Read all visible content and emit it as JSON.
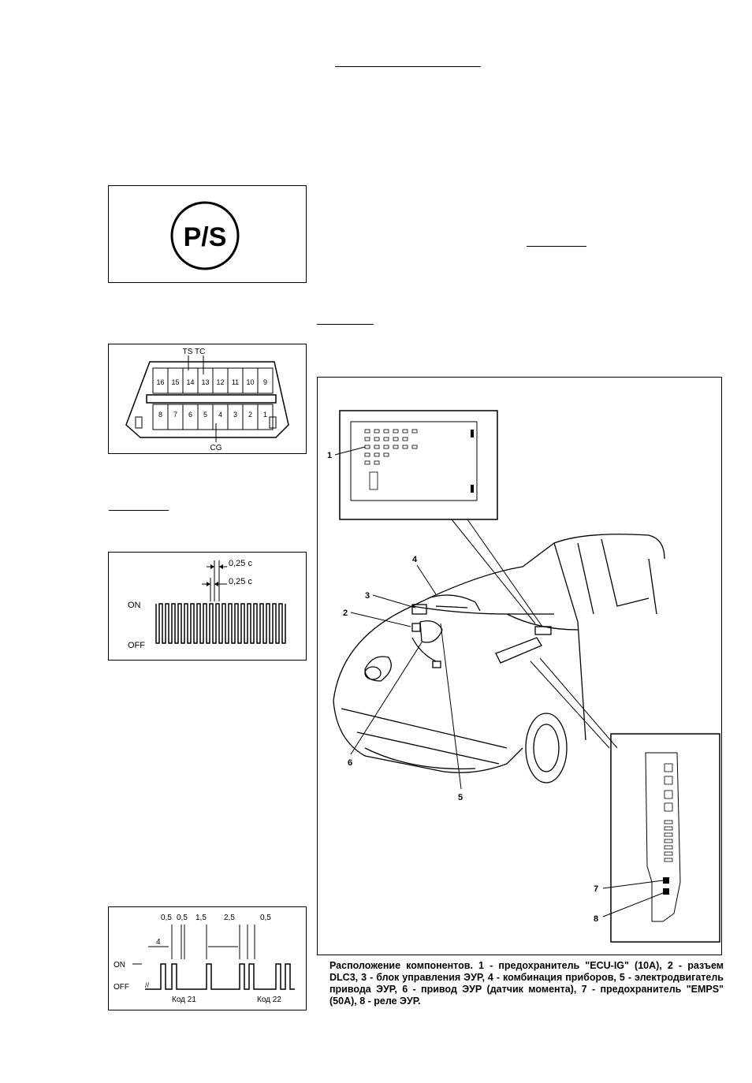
{
  "ps_panel": {
    "label": "P/S"
  },
  "dlc3_panel": {
    "top_label": "TS TC",
    "top_pins": [
      "16",
      "15",
      "14",
      "13",
      "12",
      "11",
      "10",
      "9"
    ],
    "bottom_pins": [
      "8",
      "7",
      "6",
      "5",
      "4",
      "3",
      "2",
      "1"
    ],
    "bottom_label": "CG"
  },
  "blink_panel": {
    "interval_1": "0,25 c",
    "interval_2": "0,25 c",
    "on_label": "ON",
    "off_label": "OFF"
  },
  "code_panel": {
    "timings": [
      "0,5",
      "0,5",
      "1,5",
      "2,5",
      "0,5"
    ],
    "count_label": "4",
    "on_label": "ON",
    "off_label": "OFF",
    "code_21": "Код 21",
    "code_22": "Код 22"
  },
  "components_figure": {
    "callouts": [
      "1",
      "2",
      "3",
      "4",
      "5",
      "6",
      "7",
      "8"
    ],
    "caption": "Расположение компонентов. 1 - предохранитель \"ECU-IG\" (10А), 2 - разъем DLC3, 3 - блок управления ЭУР, 4 - комбинация приборов, 5 - электродвигатель привода ЭУР, 6 - привод ЭУР (датчик момента), 7 - предохранитель \"EMPS\" (50А), 8 - реле ЭУР."
  }
}
